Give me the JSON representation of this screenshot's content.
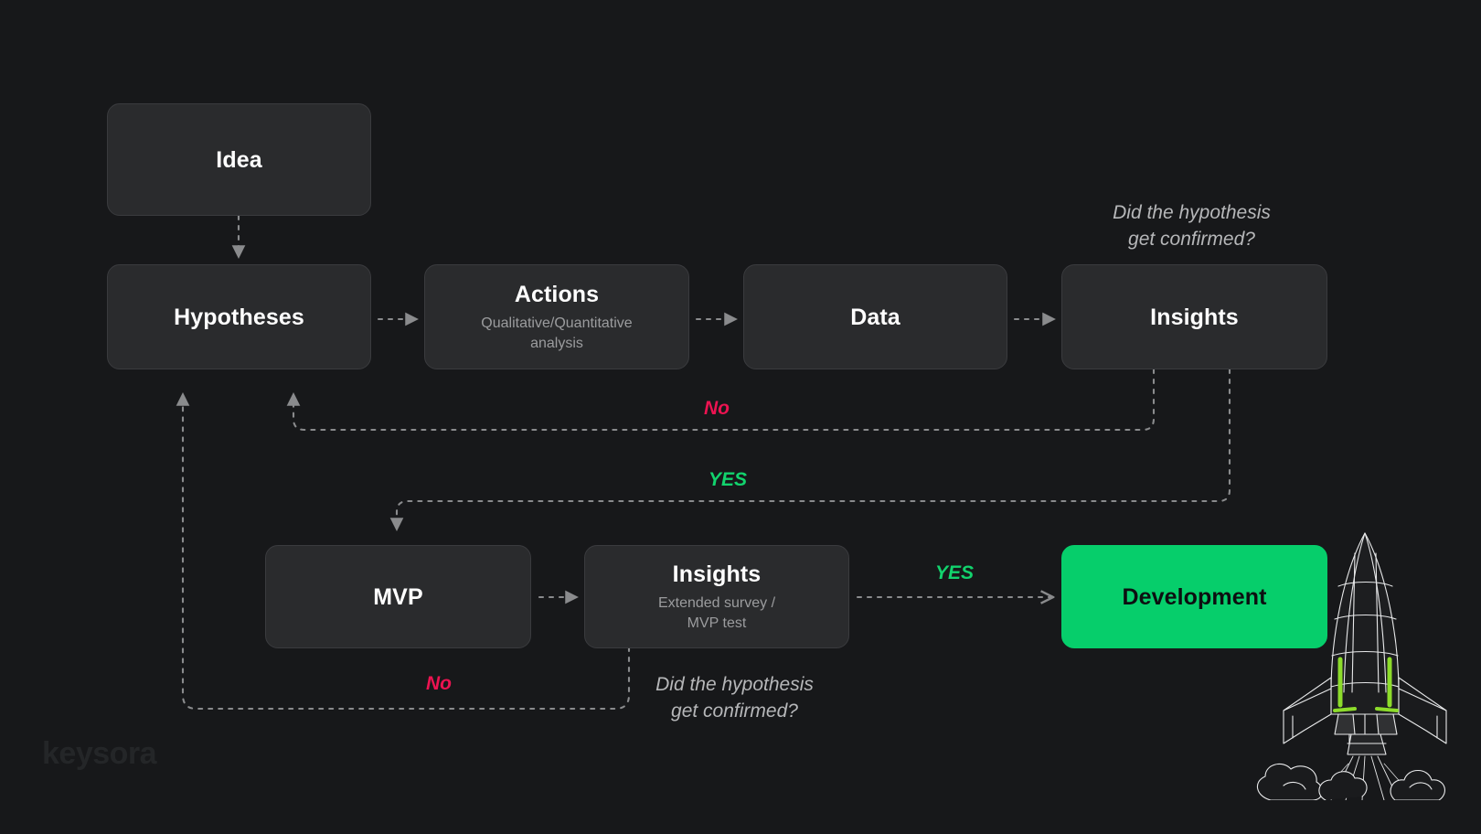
{
  "canvas": {
    "background": "#17181a",
    "accent_green": "#06ce6b",
    "label_no_color": "#ec1351",
    "label_yes_color": "#12d36d",
    "node_fill": "#2a2b2d",
    "node_border": "#3a3b3e",
    "wire_color": "#8a8b8d"
  },
  "nodes": [
    {
      "id": "idea",
      "title": "Idea",
      "sub": ""
    },
    {
      "id": "hypotheses",
      "title": "Hypotheses",
      "sub": ""
    },
    {
      "id": "actions",
      "title": "Actions",
      "sub": "Qualitative/Quantitative\nanalysis"
    },
    {
      "id": "data",
      "title": "Data",
      "sub": ""
    },
    {
      "id": "insights_top",
      "title": "Insights",
      "sub": ""
    },
    {
      "id": "mvp",
      "title": "MVP",
      "sub": ""
    },
    {
      "id": "insights_bottom",
      "title": "Insights",
      "sub": "Extended survey /\nMVP test"
    },
    {
      "id": "development",
      "title": "Development",
      "sub": ""
    }
  ],
  "edge_labels": [
    {
      "id": "no-top",
      "text": "No",
      "kind": "no"
    },
    {
      "id": "yes-mid",
      "text": "YES",
      "kind": "yes"
    },
    {
      "id": "yes-dev",
      "text": "YES",
      "kind": "yes"
    },
    {
      "id": "no-bottom",
      "text": "No",
      "kind": "no"
    }
  ],
  "annotations": [
    {
      "id": "annotation-top",
      "text": "Did the hypothesis\nget confirmed?"
    },
    {
      "id": "annotation-bottom",
      "text": "Did the hypothesis\nget confirmed?"
    }
  ],
  "watermark": {
    "text": "keysora"
  }
}
